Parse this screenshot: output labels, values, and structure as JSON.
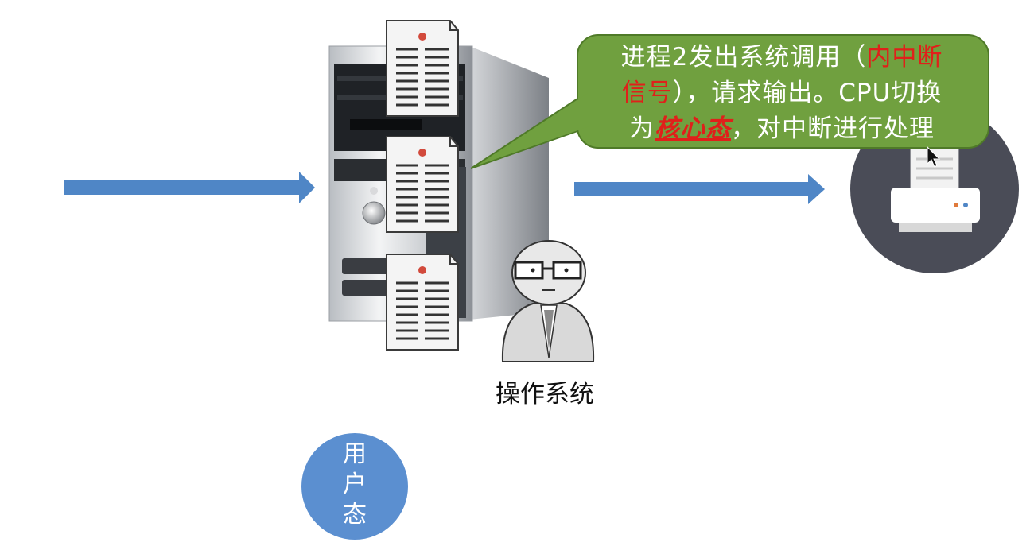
{
  "bubble": {
    "line1_prefix": "进程2发出系统调用（",
    "line1_red": "内中断",
    "line2_red": "信号",
    "line2_suffix": "），请求输出。CPU切换",
    "line3_prefix": "为",
    "line3_highlight": "核心态",
    "line3_suffix": "，对中断进行处理"
  },
  "os_label": "操作系统",
  "user_mode": [
    "用",
    "户",
    "态"
  ],
  "colors": {
    "arrow": "#4f86c6",
    "bubble_fill": "#70a03f",
    "bubble_stroke": "#4f7a28",
    "highlight": "#e0201a",
    "printer_bg": "#4a4c57",
    "user_circle": "#5b8fd0"
  },
  "icons": [
    "server-tower-icon",
    "document-icon",
    "printer-icon",
    "os-character-icon",
    "cursor-icon"
  ]
}
